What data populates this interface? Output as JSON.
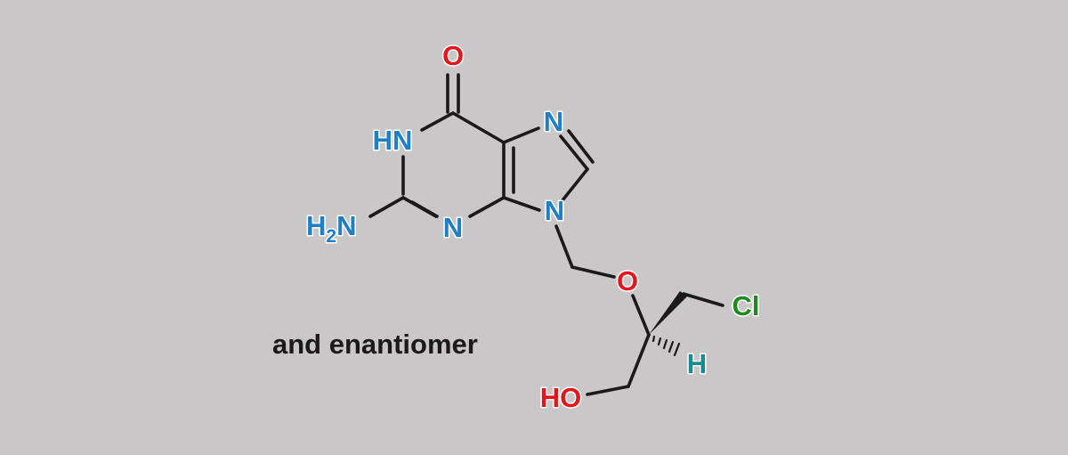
{
  "caption": "and enantiomer",
  "atoms": {
    "O_carbonyl": "O",
    "N1H": "HN",
    "N3": "N",
    "N7": "N",
    "N9": "N",
    "amine": {
      "main": "H",
      "sub": "2",
      "tail": "N"
    },
    "O_ether": "O",
    "Cl": "Cl",
    "H_stereo": "H",
    "OH": "HO"
  },
  "colors": {
    "background": "#c9c7c8",
    "bond": "#1a1a1a",
    "nitrogen": "#1f7fc6",
    "oxygen": "#e8141c",
    "chlorine": "#1e8a1e",
    "hydrogen_stereo": "#1b8a8a"
  }
}
